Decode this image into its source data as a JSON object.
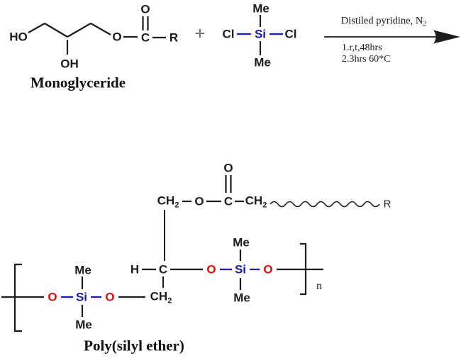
{
  "scheme": {
    "colors": {
      "background": "#ffffff",
      "bond_black": "#1c1c1c",
      "oxygen_red": "#dc0d0d",
      "silicon_blue": "#1a1ab9",
      "plus_gray": "#707070"
    },
    "monoglyceride": {
      "label": "Monoglyceride",
      "ho": "HO",
      "oh": "OH",
      "ester_o": "O",
      "carbonyl_c": "C",
      "carbonyl_o": "O",
      "r_group": "R"
    },
    "plus_sign": "+",
    "silane": {
      "cl_left": "Cl",
      "si": "Si",
      "cl_right": "Cl",
      "me_top": "Me",
      "me_bottom": "Me"
    },
    "arrow": {
      "reagent_text": "Distiled pyridine, N",
      "reagent_sub": "2",
      "condition_line1": "1.r,t,48hrs",
      "condition_line2": "2.3hrs 60*C"
    },
    "product": {
      "label": "Poly(silyl ether)",
      "ester_arm": {
        "ch2_left": "CH",
        "ch2_left_sub": "2",
        "o": "O",
        "c": "C",
        "carbonyl_o": "O",
        "ch2_right": "CH",
        "ch2_right_sub": "2",
        "r_group": "R"
      },
      "backbone": {
        "h": "H",
        "c": "C",
        "o_left": "O",
        "si": "Si",
        "o_right": "O",
        "me_top": "Me",
        "me_bottom": "Me",
        "repeat_index": "n"
      },
      "bottom_chain": {
        "o_left": "O",
        "si": "Si",
        "o_right": "O",
        "me_top": "Me",
        "me_bottom": "Me",
        "ch2": "CH",
        "ch2_sub": "2"
      }
    }
  }
}
